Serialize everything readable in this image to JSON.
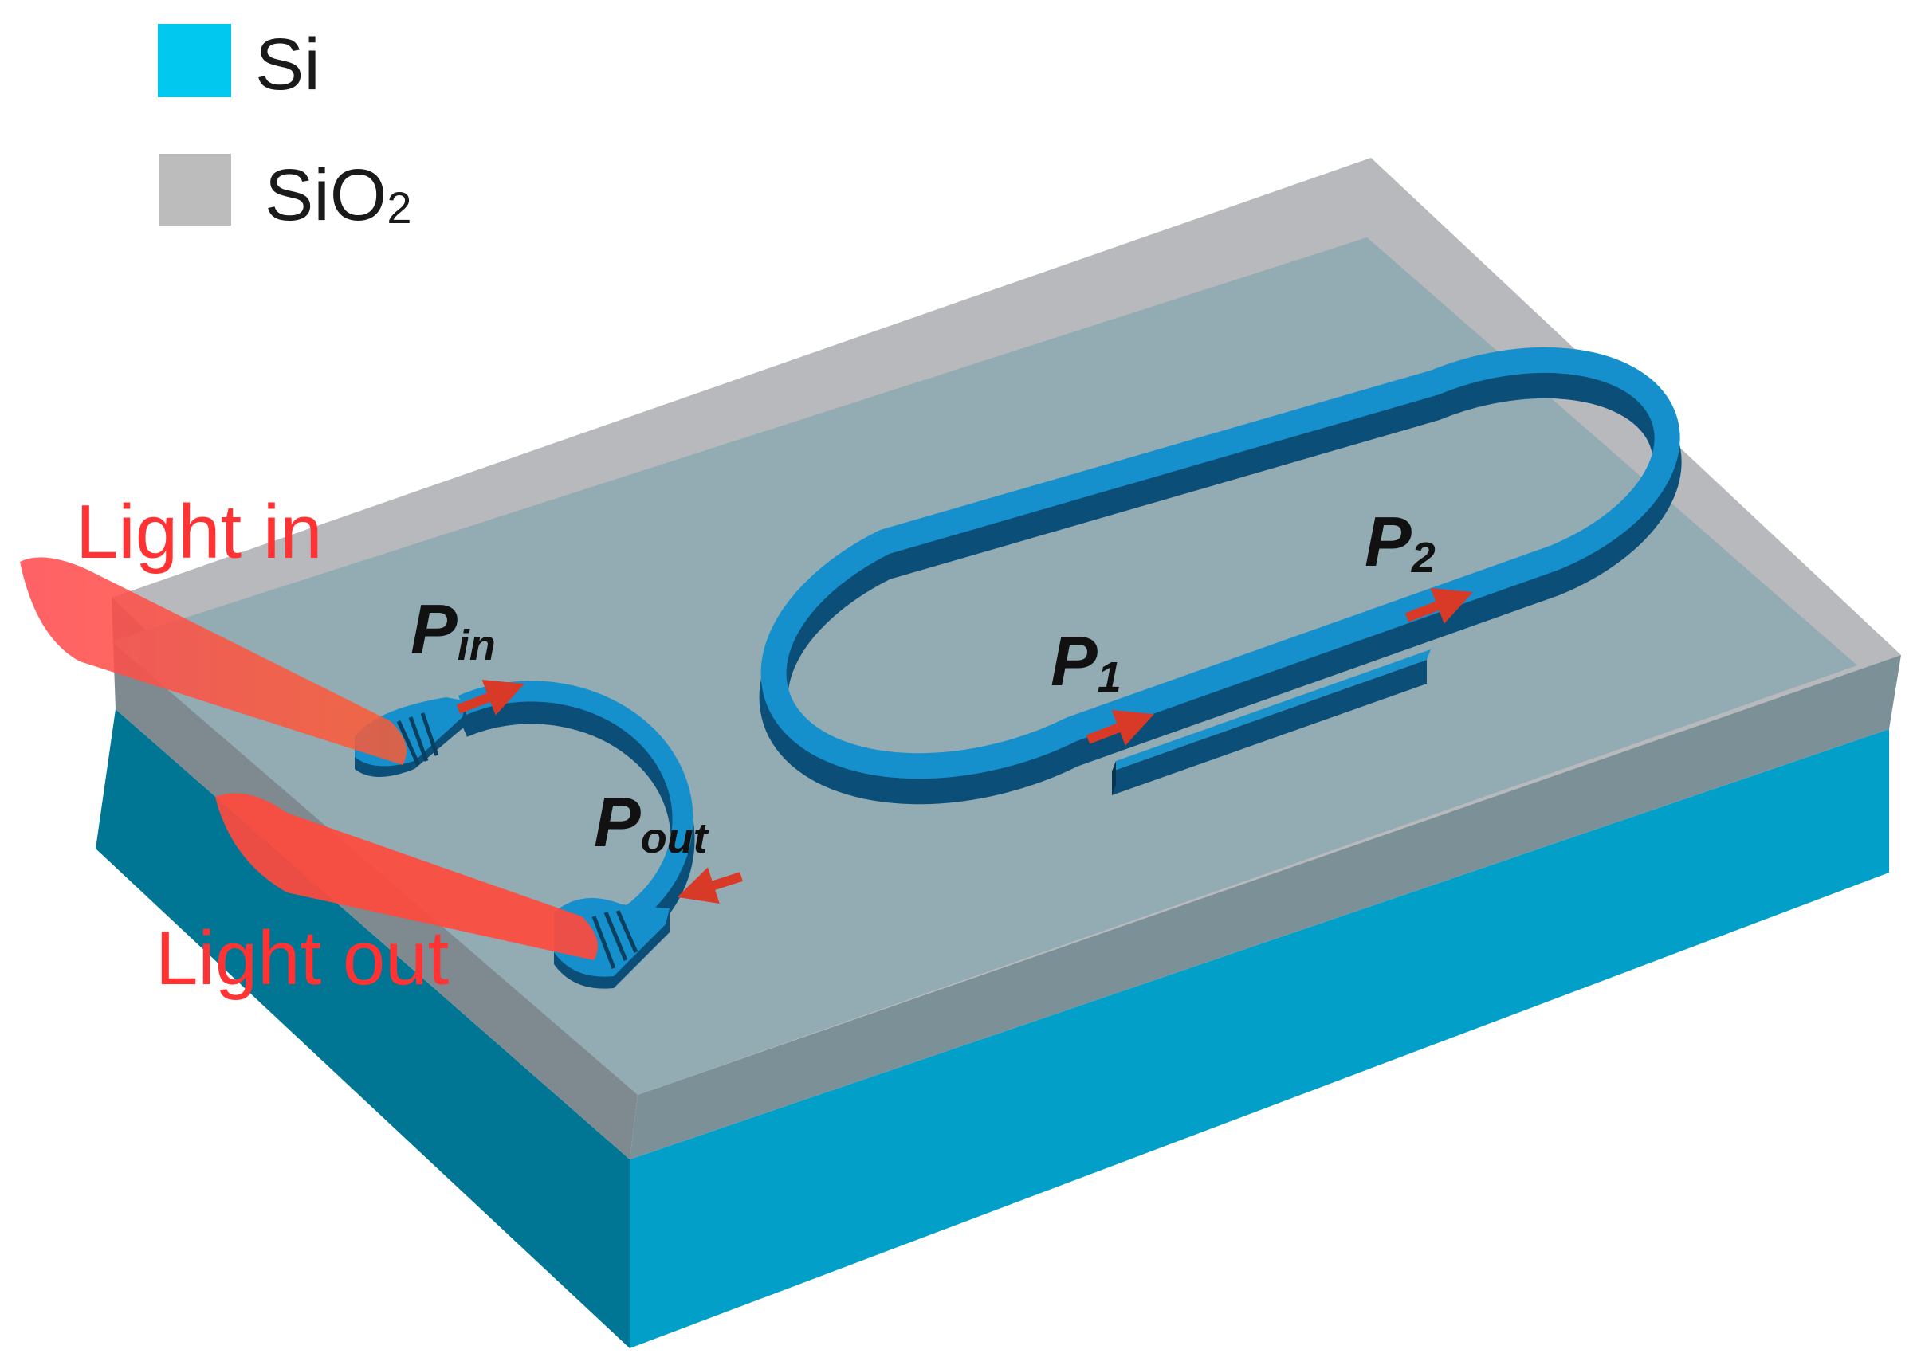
{
  "legend": [
    {
      "label": "Si",
      "color": "#00c8ee"
    },
    {
      "label": "SiO",
      "subscript": "2",
      "color": "#bcbcbc"
    }
  ],
  "beams": {
    "in_label": "Light in",
    "out_label": "Light out",
    "color": "#ff4a3d",
    "text_color": "#ff3333"
  },
  "points": {
    "p_in": {
      "main": "P",
      "sub": "in"
    },
    "p_out": {
      "main": "P",
      "sub": "out"
    },
    "p_1": {
      "main": "P",
      "sub": "1"
    },
    "p_2": {
      "main": "P",
      "sub": "2"
    }
  },
  "colors": {
    "waveguide_top": "#1590cc",
    "waveguide_side": "#0b4f78",
    "substrate_top": "#93abb3",
    "substrate_left": "#7b8f96",
    "cladding_edge": "#b7b9bc",
    "si_front": "#02a0c8",
    "si_left": "#017694",
    "arrow": "#d93a28"
  }
}
